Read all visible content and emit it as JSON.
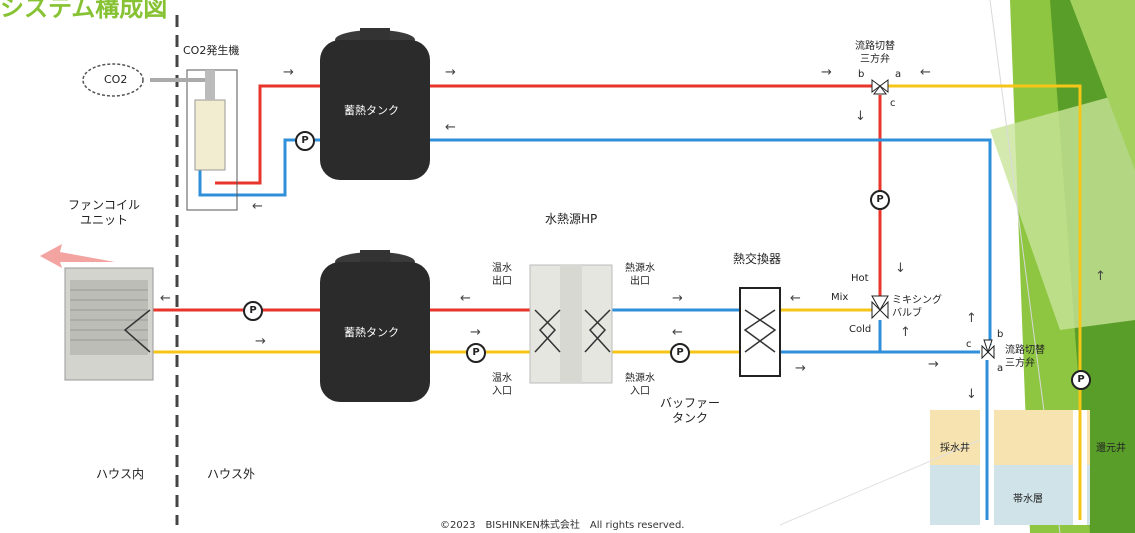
{
  "title": "システム構成図",
  "labels": {
    "co2_generator": "CO2発生機",
    "co2": "CO2",
    "tank_top": "蓄熱タンク",
    "tank_bottom": "蓄熱タンク",
    "fan_coil": "ファンコイル\nユニット",
    "water_hp": "水熱源HP",
    "hot_out": "温水\n出口",
    "hot_in": "温水\n入口",
    "src_out": "熱源水\n出口",
    "src_in": "熱源水\n入口",
    "heat_exchanger": "熱交換器",
    "buffer_tank": "バッファー\nタンク",
    "mixing_valve": "ミキシング\nバルブ",
    "hot": "Hot",
    "mix": "Mix",
    "cold": "Cold",
    "switch_valve_top": "流路切替\n三方弁",
    "switch_valve_bottom": "流路切替\n三方弁",
    "port_a": "a",
    "port_b": "b",
    "port_c": "c",
    "house_in": "ハウス内",
    "house_out": "ハウス外",
    "pumping_well": "採水井",
    "return_well": "還元井",
    "aquifer": "帯水層",
    "pump": "P",
    "copyright": "©2023　BISHINKEN株式会社　All rights reserved."
  },
  "colors": {
    "hot_pipe": "#e8342a",
    "cold_pipe": "#2f8fd8",
    "mid_pipe": "#f5c518",
    "tank": "#2b2b2b",
    "accent_green": "#86c232"
  }
}
